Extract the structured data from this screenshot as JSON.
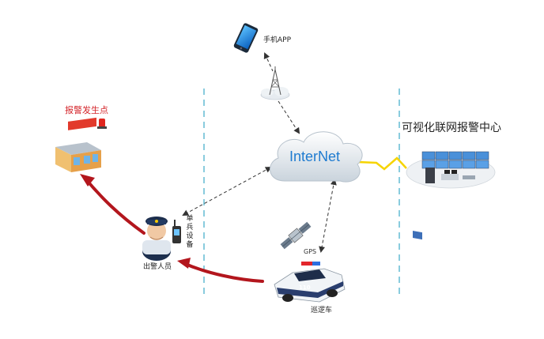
{
  "labels": {
    "phone_app": "手机APP",
    "alarm_point": "报警发生点",
    "cloud": "InterNet",
    "center": "可视化联网报警中心",
    "device": "单兵设备",
    "police": "出警人员",
    "gps": "GPS",
    "car": "巡逻车"
  },
  "colors": {
    "cloud_text": "#1f7bd0",
    "red_arrow": "#b3161d",
    "dashed_divider": "#57b6cf",
    "link": "#333333",
    "bolt": "#f6d400"
  }
}
